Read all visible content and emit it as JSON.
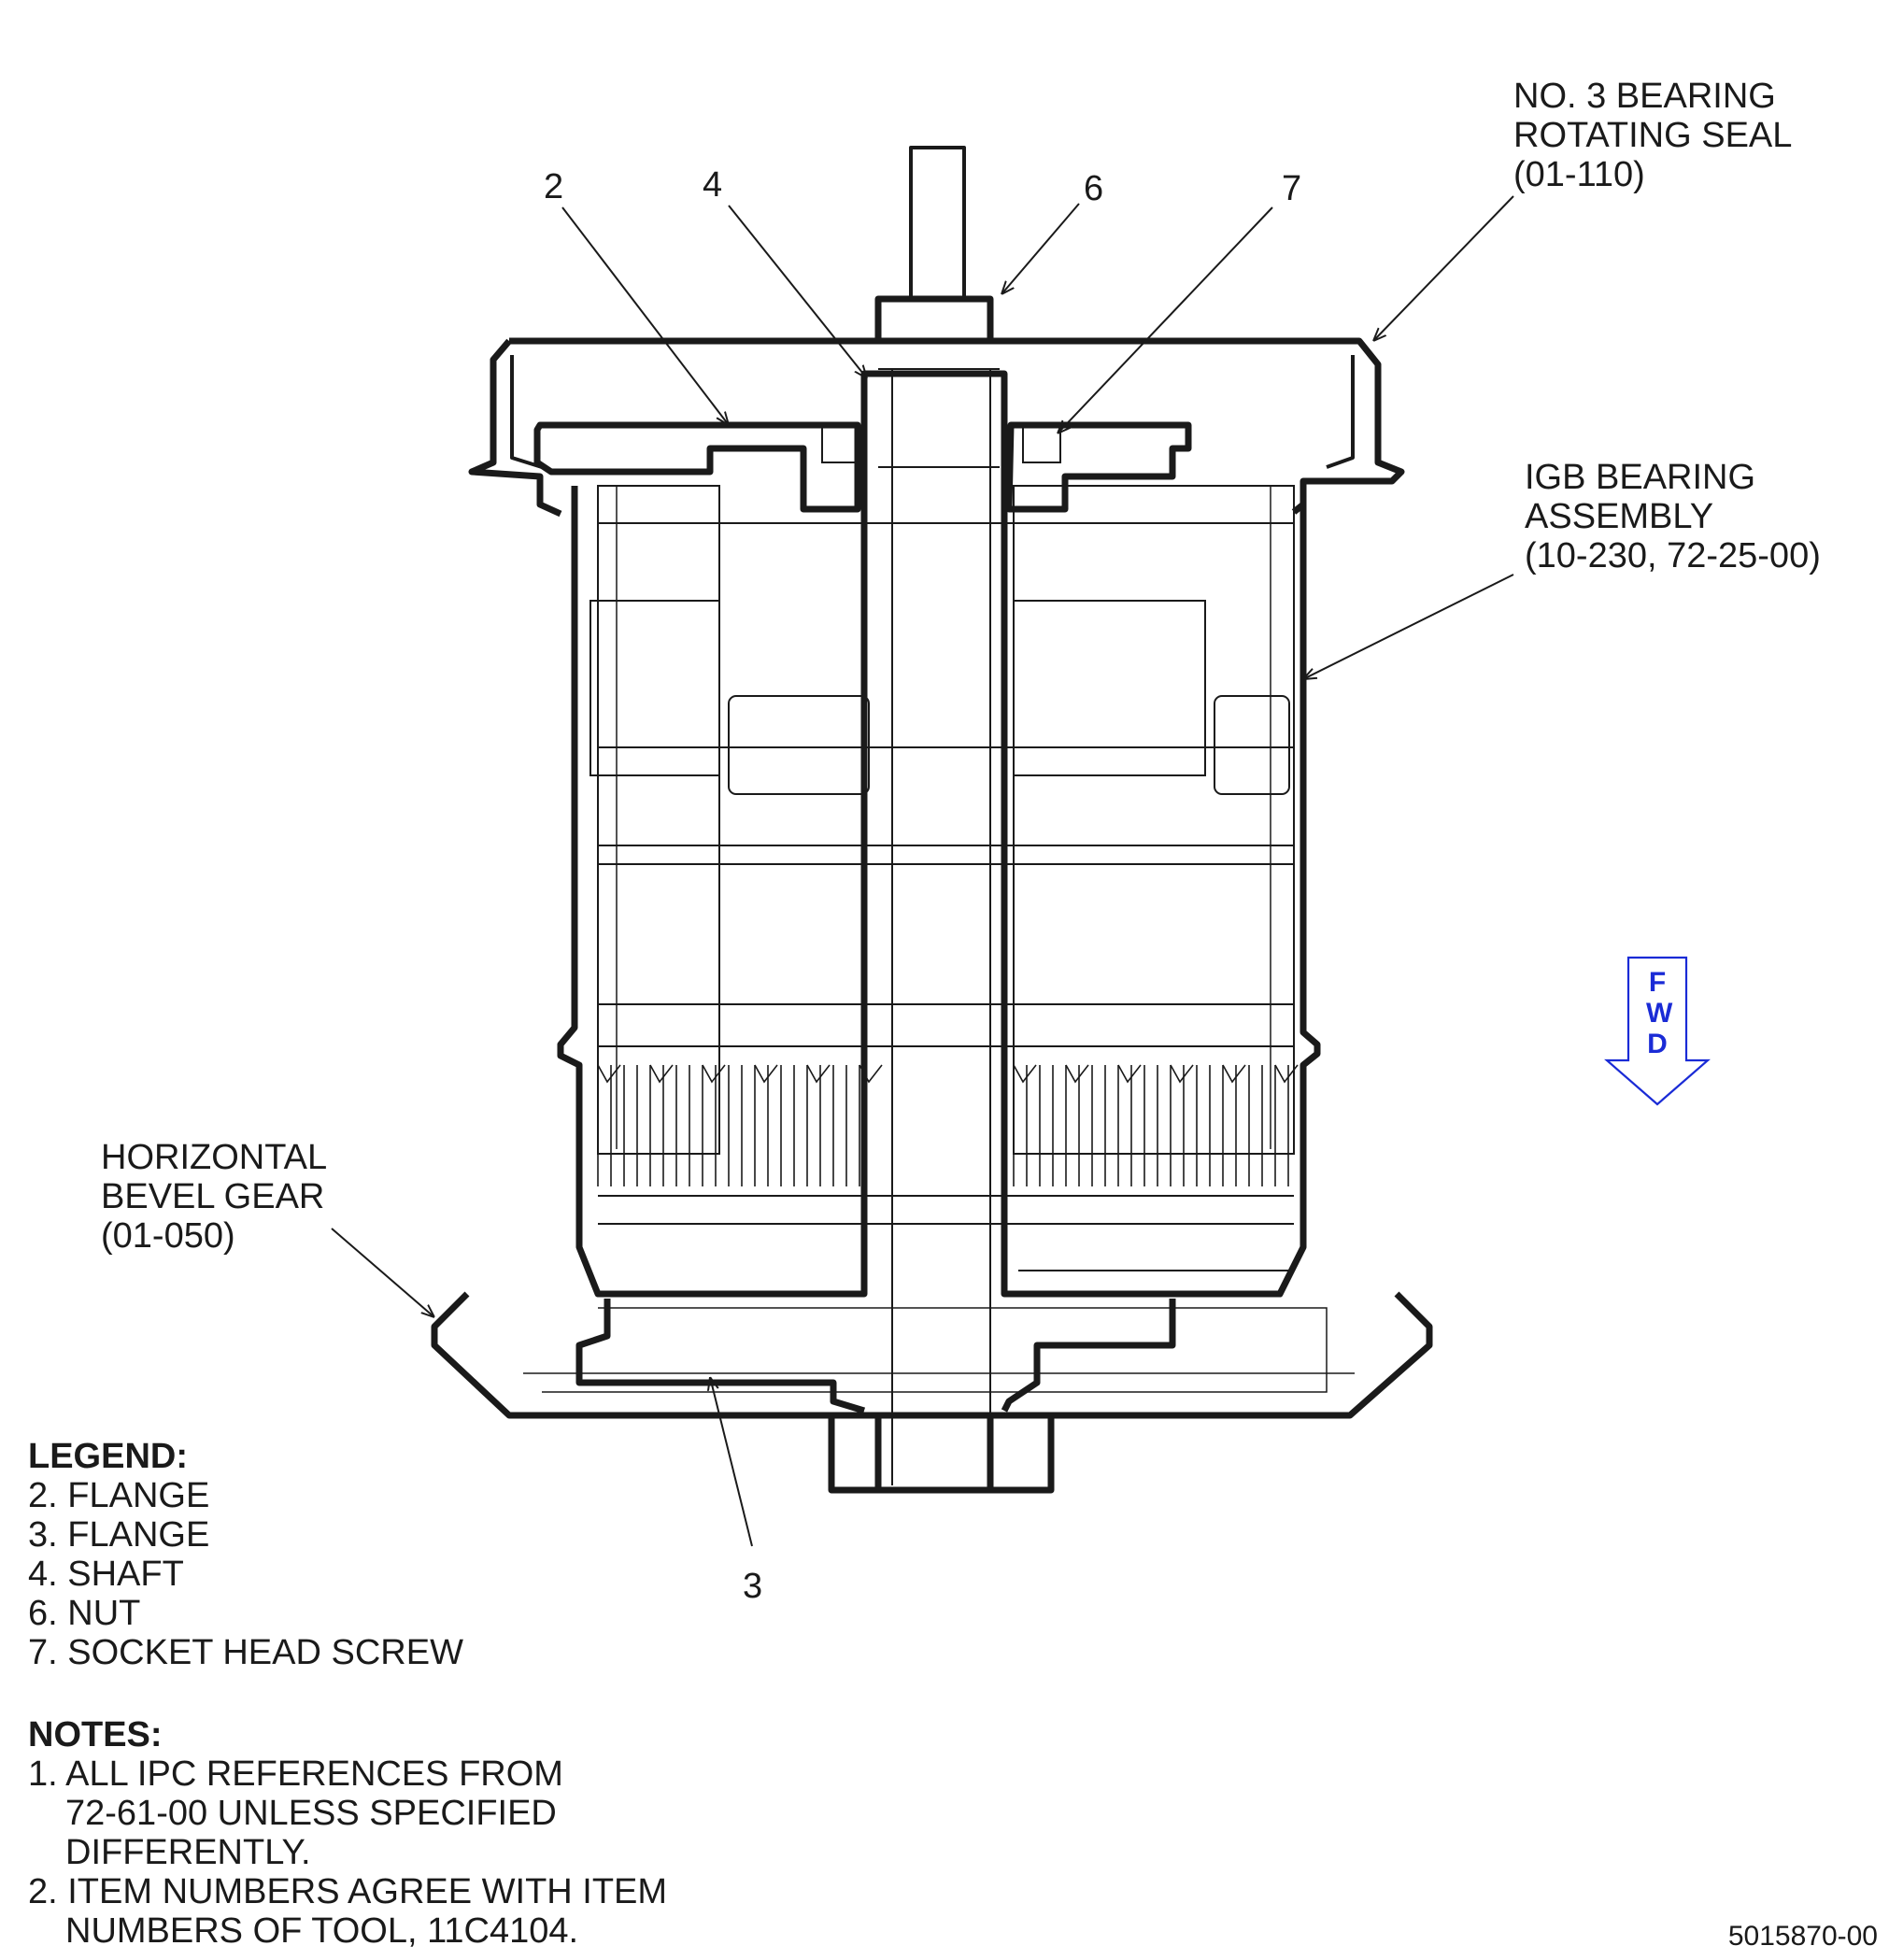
{
  "callouts": {
    "item2": "2",
    "item4": "4",
    "item6": "6",
    "item7": "7",
    "item3": "3"
  },
  "labels": {
    "seal": [
      "NO. 3 BEARING",
      "ROTATING SEAL",
      "(01-110)"
    ],
    "igb": [
      "IGB BEARING",
      "ASSEMBLY",
      "(10-230, 72-25-00)"
    ],
    "bevel": [
      "HORIZONTAL",
      "BEVEL GEAR",
      "(01-050)"
    ]
  },
  "legend": {
    "heading": "LEGEND:",
    "items": [
      "2. FLANGE",
      "3. FLANGE",
      "4. SHAFT",
      "6. NUT",
      "7. SOCKET HEAD SCREW"
    ]
  },
  "notes": {
    "heading": "NOTES:",
    "items": [
      [
        "1. ALL IPC REFERENCES FROM",
        "72-61-00 UNLESS SPECIFIED",
        "DIFFERENTLY."
      ],
      [
        "2. ITEM NUMBERS AGREE WITH ITEM",
        "NUMBERS OF TOOL, 11C4104."
      ]
    ]
  },
  "fwd_arrow": {
    "letters": [
      "F",
      "W",
      "D"
    ],
    "color": "#1a2bd6"
  },
  "figure_number": "5015870-00"
}
